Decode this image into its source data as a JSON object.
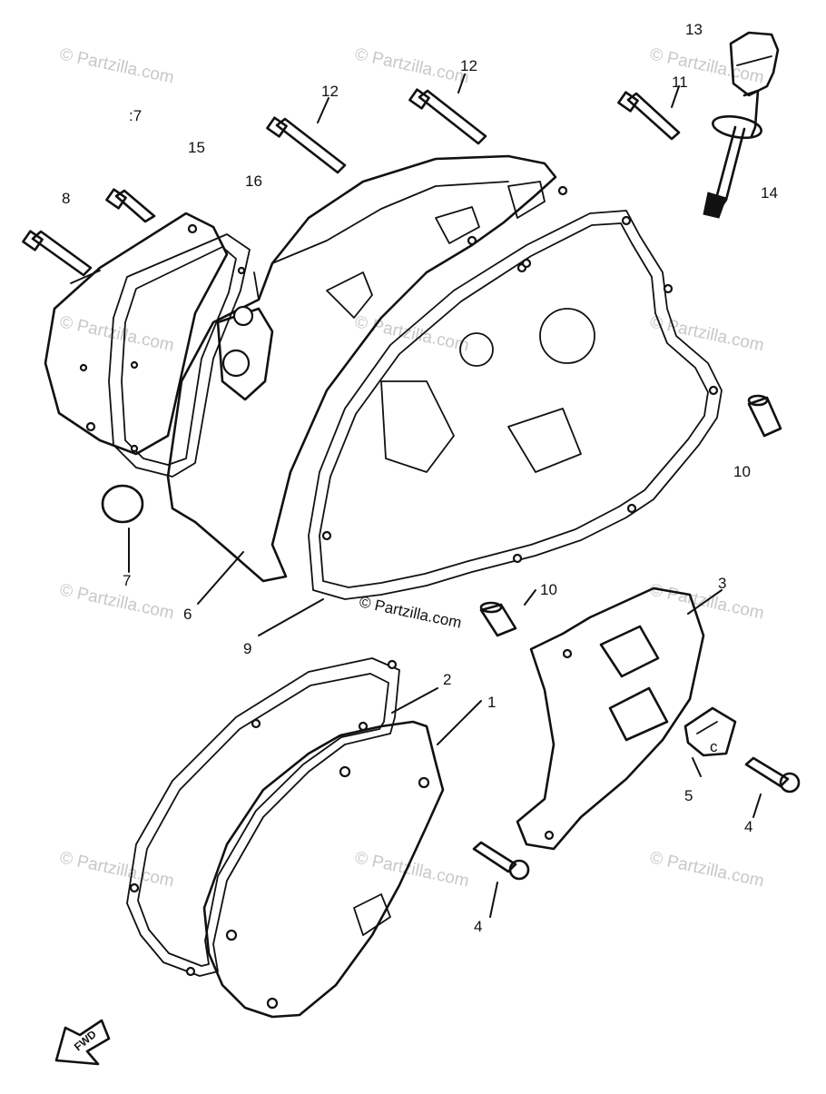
{
  "diagram": {
    "watermark_text": "© Partzilla.com",
    "fwd_badge_text": "FWD",
    "callouts": [
      {
        "id": "1",
        "text": "1"
      },
      {
        "id": "2",
        "text": "2"
      },
      {
        "id": "3",
        "text": "3"
      },
      {
        "id": "4a",
        "text": "4"
      },
      {
        "id": "4b",
        "text": "4"
      },
      {
        "id": "5",
        "text": "5"
      },
      {
        "id": "6",
        "text": "6"
      },
      {
        "id": "7",
        "text": "7"
      },
      {
        "id": "8",
        "text": "8"
      },
      {
        "id": "9",
        "text": "9"
      },
      {
        "id": "10a",
        "text": "10"
      },
      {
        "id": "10b",
        "text": "10"
      },
      {
        "id": "11",
        "text": "11"
      },
      {
        "id": "12a",
        "text": "12"
      },
      {
        "id": "12b",
        "text": "12"
      },
      {
        "id": "13",
        "text": "13"
      },
      {
        "id": "14",
        "text": "14"
      },
      {
        "id": "15",
        "text": "15"
      },
      {
        "id": "16",
        "text": "16"
      },
      {
        "id": "17",
        "text": ":7"
      }
    ]
  }
}
